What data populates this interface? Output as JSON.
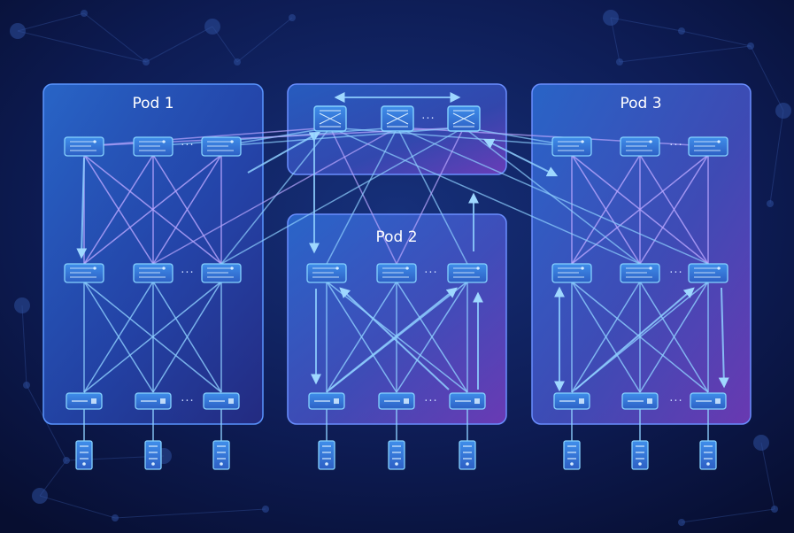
{
  "pods": [
    {
      "id": "pod1",
      "label": "Pod 1"
    },
    {
      "id": "pod2",
      "label": "Pod 2"
    },
    {
      "id": "pod3",
      "label": "Pod 3"
    }
  ],
  "ellipsis": "···",
  "icons": {
    "switch": "network-switch-icon",
    "spine_switch": "crossbar-switch-icon",
    "tor_switch": "top-of-rack-switch-icon",
    "server": "server-tower-icon"
  },
  "colors": {
    "background": "#0a1440",
    "link": "#8fd0ff",
    "link_alt": "#b9a6ff",
    "pod_border": "#4f8dff",
    "node_stroke": "#86d2ff"
  }
}
